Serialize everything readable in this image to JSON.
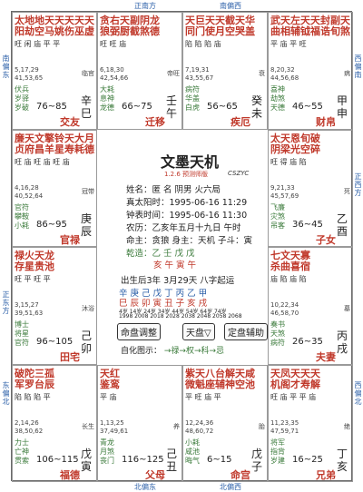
{
  "directions": {
    "top1": "正南方",
    "top2": "南偏西",
    "bottom1": "北偏东",
    "bottom2": "北偏西",
    "left1": "南偏东",
    "left2": "正东方",
    "left3": "东偏北",
    "right1": "西偏南",
    "right2": "正西方",
    "right3": "西偏北"
  },
  "palaces": [
    {
      "id": "si",
      "stars": "太地地天天天天天",
      "stars2": "阳劫空马姚伤巫虚",
      "bright": "旺 闲 庙 平 平",
      "ages": "5,17,29\n41,53,65",
      "tag": "临官",
      "minor": "伏兵\n岁驿\n岁破",
      "minor2": "",
      "range": "76~85",
      "pname": "交友",
      "gz": "辛巳"
    },
    {
      "id": "wu",
      "stars": "贪右天副阴龙",
      "stars2": "狼弼厨截煞德",
      "bright": "旺 旺   庙",
      "ages": "6,18,30\n42,54,66",
      "tag": "帝旺",
      "minor": "大耗\n息神\n龙德",
      "minor2": "",
      "range": "66~75",
      "pname": "迁移",
      "gz": "壬午"
    },
    {
      "id": "wei",
      "stars": "天巨天天截天华",
      "stars2": "同门使月空哭盖",
      "bright": "陷 陷 陷   庙",
      "ages": "7,19,31\n43,55,67",
      "tag": "衰",
      "minor": "病符\n华盖\n白虎",
      "minor2": "",
      "range": "56~65",
      "pname": "疾厄",
      "gz": "癸未"
    },
    {
      "id": "shen",
      "stars": "武天左天天封副天",
      "stars2": "曲相辅钺福诰旬煞",
      "bright": "平 庙 平   旺",
      "ages": "8,20,32\n44,56,68",
      "tag": "病",
      "minor": "喜神\n劫煞\n天德",
      "minor2": "",
      "range": "46~55",
      "pname": "财帛",
      "gz": "甲申"
    },
    {
      "id": "chen",
      "stars": "廉天文擎铃天大月",
      "stars2": "贞府昌羊星寿耗德",
      "bright": "旺 庙 旺 庙 旺 庙",
      "ages": "4,16,28\n40,52,64",
      "tag": "冠带",
      "minor": "官符\n攀鞍\n小耗",
      "minor2": "",
      "range": "86~95",
      "pname": "官禄",
      "gz": "庚辰"
    },
    {
      "id": "you",
      "stars": "太天恩旬破",
      "stars2": "阴梁光空碎",
      "bright": "旺 得 庙   陷",
      "ages": "9,21,33\n45,57,69",
      "tag": "死",
      "minor": "飞廉\n灾煞\n吊客",
      "minor2": "",
      "range": "36~45",
      "pname": "子女",
      "gz": "乙酉"
    },
    {
      "id": "mao",
      "stars": "禄火天龙",
      "stars2": "存星贵池",
      "bright": "旺 平 旺 平",
      "ages": "3,15,27\n39,51,63",
      "tag": "沐浴",
      "minor": "博士\n将星\n官符",
      "minor2": "",
      "range": "96~105",
      "pname": "田宅",
      "gz": "己卯"
    },
    {
      "id": "xu",
      "stars": "七文天寡",
      "stars2": "杀曲喜宿",
      "bright": "庙 陷 庙 陷",
      "ages": "10,22,34\n46,58,70",
      "tag": "墓",
      "minor": "奏书\n天煞\n病符",
      "minor2": "",
      "range": "26~35",
      "pname": "夫妻",
      "gz": "丙戌"
    },
    {
      "id": "yin",
      "stars": "破陀三孤",
      "stars2": "军罗台辰",
      "bright": "陷 陷 陷 平",
      "ages": "2,14,26\n38,50,62",
      "tag": "长生",
      "minor": "力士\n亡神\n贯索",
      "minor2": "",
      "range": "106~115",
      "pname": "福德",
      "gz": "戊寅"
    },
    {
      "id": "chou",
      "stars": "天红",
      "stars2": "鉴鸾",
      "bright": "平 庙",
      "ages": "1,13,25\n37,49,61",
      "tag": "养",
      "minor": "青龙\n月煞\n丧门",
      "minor2": "",
      "range": "116~125",
      "pname": "父母",
      "gz": "己丑"
    },
    {
      "id": "zi",
      "stars": "紫天八台解天咸",
      "stars2": "微魁座辅神空池",
      "bright": "平 旺 庙   平",
      "ages": "12,24,36\n48,60,72",
      "tag": "胎",
      "minor": "小耗\n咸池\n晦气",
      "minor2": "",
      "range": "6~15",
      "pname": "命宫",
      "gz": "戊子"
    },
    {
      "id": "hai",
      "stars": "天凤天天天",
      "stars2": "机阁才寿解",
      "bright": "旺 庙 平 平 庙",
      "ages": "11,23,35\n47,59,71",
      "tag": "绝",
      "minor": "将军\n指背\n岁建",
      "minor2": "",
      "range": "16~25",
      "pname": "兄弟",
      "gz": "丁亥"
    }
  ],
  "center": {
    "title": "文墨天机",
    "version": "1.2.6 预测师版",
    "code": "CSZYC",
    "rows": [
      "姓名：匿 名    阴男 火六局",
      "真太阳时：1995-06-16 11:29",
      "钟表时间：1995-06-16 11:30",
      "农历：乙亥年五月十九日 午时",
      "命主：贪狼 身主：天机 子斗：寅",
      "乾造：乙    壬    戊    戊"
    ],
    "zhi": "亥    午    寅    午",
    "qiyun": "出生后3年 3月29天 八字起运",
    "dayun": "辛 庚 己 戊 丁 丙 乙 甲",
    "dayun2": "巳 辰 卯 寅 丑 子 亥 戌",
    "dayun_ages": "4岁 14岁 24岁 34岁 44岁 54岁 64岁 74岁",
    "dayun_years": "1998 2008 2018 2028 2038 2048 2058 2068",
    "btn1": "命盘调整",
    "btn2": "天盘▽",
    "btn3": "定盘辅助",
    "flow_label": "自化图示：",
    "flow": "→禄→权→科→忌"
  }
}
